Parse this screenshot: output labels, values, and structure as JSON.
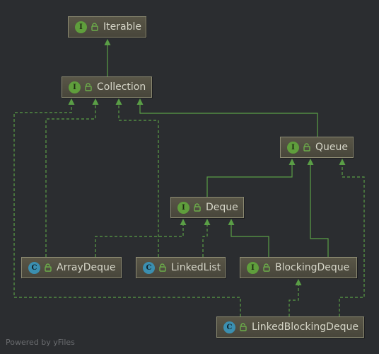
{
  "nodes": {
    "iterable": {
      "label": "Iterable",
      "kind": "interface",
      "badge": "I"
    },
    "collection": {
      "label": "Collection",
      "kind": "interface",
      "badge": "I"
    },
    "queue": {
      "label": "Queue",
      "kind": "interface",
      "badge": "I"
    },
    "deque": {
      "label": "Deque",
      "kind": "interface",
      "badge": "I"
    },
    "arraydeque": {
      "label": "ArrayDeque",
      "kind": "class",
      "badge": "C"
    },
    "linkedlist": {
      "label": "LinkedList",
      "kind": "class",
      "badge": "C"
    },
    "blockingdeque": {
      "label": "BlockingDeque",
      "kind": "interface",
      "badge": "I"
    },
    "linkedblockingdeque": {
      "label": "LinkedBlockingDeque",
      "kind": "class",
      "badge": "C"
    }
  },
  "edges": [
    {
      "from": "collection",
      "to": "iterable",
      "style": "extends"
    },
    {
      "from": "queue",
      "to": "collection",
      "style": "extends"
    },
    {
      "from": "deque",
      "to": "queue",
      "style": "extends"
    },
    {
      "from": "blockingdeque",
      "to": "queue",
      "style": "extends"
    },
    {
      "from": "blockingdeque",
      "to": "deque",
      "style": "extends"
    },
    {
      "from": "arraydeque",
      "to": "collection",
      "style": "implements"
    },
    {
      "from": "arraydeque",
      "to": "deque",
      "style": "implements"
    },
    {
      "from": "linkedlist",
      "to": "collection",
      "style": "implements"
    },
    {
      "from": "linkedlist",
      "to": "deque",
      "style": "implements"
    },
    {
      "from": "linkedblockingdeque",
      "to": "blockingdeque",
      "style": "implements"
    },
    {
      "from": "linkedblockingdeque",
      "to": "collection",
      "style": "implements"
    },
    {
      "from": "linkedblockingdeque",
      "to": "queue",
      "style": "implements"
    }
  ],
  "colors": {
    "background": "#2b2d30",
    "edge": "#5a9e46",
    "interface_badge": "#5f9e3c",
    "class_badge": "#3b8fb0",
    "node_fill": "#4f4c3f",
    "node_border": "#8c8a72",
    "node_text": "#d6d6c8"
  },
  "watermark": "Powered by yFiles"
}
